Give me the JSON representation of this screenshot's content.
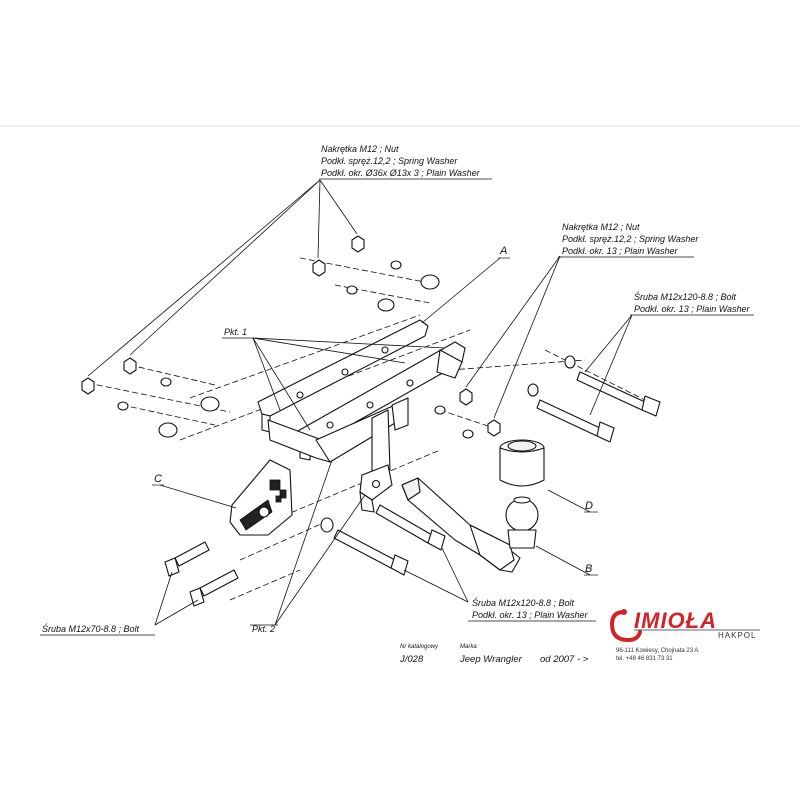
{
  "callouts": {
    "top_fasteners": {
      "line1": "Nakrętka  M12 ; Nut",
      "line2": "Podkł. spręż.12,2 ; Spring Washer",
      "line3": "Podkł. okr.  Ø36x Ø13x 3 ; Plain Washer"
    },
    "right_fasteners": {
      "line1": "Nakrętka  M12 ; Nut",
      "line2": "Podkł. spręż.12,2 ; Spring Washer",
      "line3": "Podkł. okr. 13 ; Plain Washer"
    },
    "bolt_right": {
      "line1": "Śruba M12x120-8.8 ;  Bolt",
      "line2": "Podkł. okr. 13 ; Plain Washer"
    },
    "bolt_bottom": {
      "line1": "Śruba M12x120-8.8 ;  Bolt",
      "line2": "Podkł. okr. 13 ; Plain Washer"
    },
    "bolt_left": "Śruba M12x70-8.8 ;  Bolt",
    "pkt1": "Pkt. 1",
    "pkt2": "Pkt. 2",
    "letters": [
      "A",
      "B",
      "C",
      "D"
    ]
  },
  "footer": {
    "catalog_label": "Nr katalogowy",
    "catalog_value": "J/028",
    "brand_label": "Marka",
    "brand_value": "Jeep Wrangler",
    "year_value": "od  2007 - >"
  },
  "logo": {
    "name": "IMIOŁA",
    "sub": "HAKPOL",
    "address": "96-111 Kowiesy, Chojnata 23 A",
    "phone": "tel. +48 46 831 73 31",
    "brand_color": "#d2232a"
  }
}
